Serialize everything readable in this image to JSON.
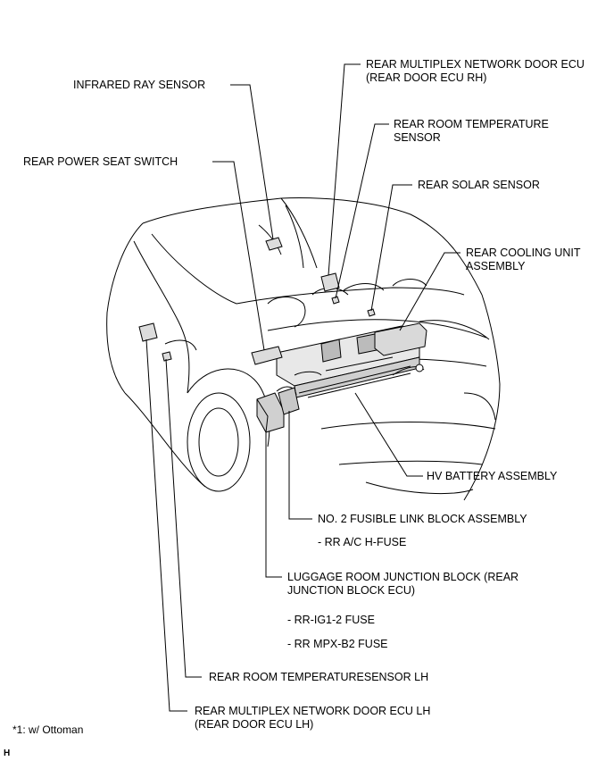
{
  "labels": {
    "infrared_ray_sensor": "INFRARED RAY SENSOR",
    "rear_mpx_door_ecu_rh_1": "REAR MULTIPLEX NETWORK DOOR ECU",
    "rear_mpx_door_ecu_rh_2": "(REAR DOOR ECU RH)",
    "rear_room_temp_sensor_1": "REAR ROOM TEMPERATURE",
    "rear_room_temp_sensor_2": "SENSOR",
    "rear_power_seat_switch": "REAR POWER SEAT SWITCH",
    "rear_solar_sensor": "REAR SOLAR SENSOR",
    "rear_cooling_unit_1": "REAR COOLING UNIT",
    "rear_cooling_unit_2": "ASSEMBLY",
    "hv_battery": "HV BATTERY ASSEMBLY",
    "fusible_link_block": "NO. 2 FUSIBLE LINK BLOCK ASSEMBLY",
    "fusible_sub": "- RR A/C H-FUSE",
    "luggage_junction_1": "LUGGAGE ROOM JUNCTION BLOCK (REAR",
    "luggage_junction_2": "JUNCTION BLOCK ECU)",
    "luggage_sub_1": "- RR-IG1-2 FUSE",
    "luggage_sub_2": "- RR MPX-B2 FUSE",
    "rear_room_temp_lh": "REAR ROOM TEMPERATURESENSOR LH",
    "rear_mpx_door_ecu_lh_1": "REAR MULTIPLEX NETWORK DOOR ECU LH",
    "rear_mpx_door_ecu_lh_2": "(REAR DOOR ECU LH)"
  },
  "footnote": "*1: w/ Ottoman",
  "figure_id": "H"
}
